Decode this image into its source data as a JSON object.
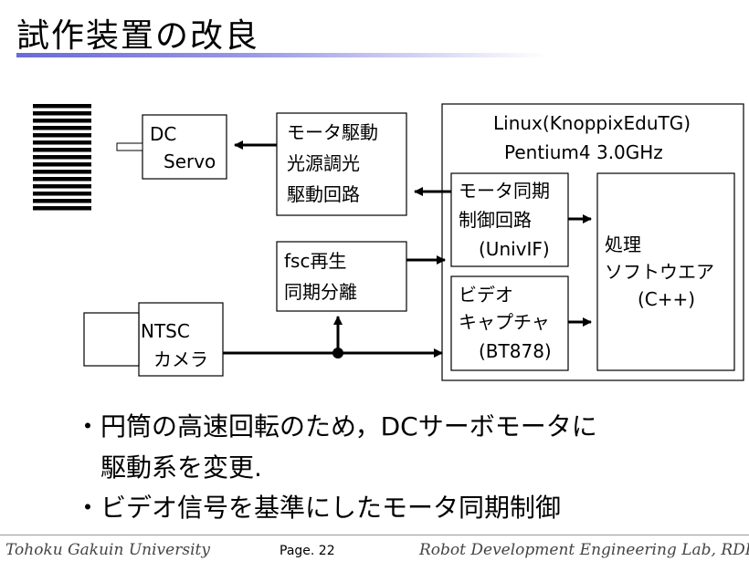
{
  "title": "試作装置の改良",
  "diagram": {
    "dc_servo": [
      "DC",
      "Servo"
    ],
    "motor_drive": [
      "モータ駆動",
      "光源調光",
      "駆動回路"
    ],
    "pc_header": [
      "Linux(KnoppixEduTG)",
      "Pentium4  3.0GHz"
    ],
    "motor_sync": [
      "モータ同期",
      "制御回路",
      "(UnivIF)"
    ],
    "processing": [
      "処理",
      "ソフトウエア",
      "(C++)"
    ],
    "fsc": [
      "fsc再生",
      "同期分離"
    ],
    "video_capture": [
      "ビデオ",
      "キャプチャ",
      "(BT878)"
    ],
    "camera": [
      "NTSC",
      "カメラ"
    ]
  },
  "bullets": [
    "・円筒の高速回転のため，DCサーボモータに",
    "駆動系を変更.",
    "・ビデオ信号を基準にしたモータ同期制御"
  ],
  "footer": {
    "left": "Tohoku Gakuin University",
    "page": "Page. 22",
    "right": "Robot Development Engineering Lab, RDE"
  }
}
